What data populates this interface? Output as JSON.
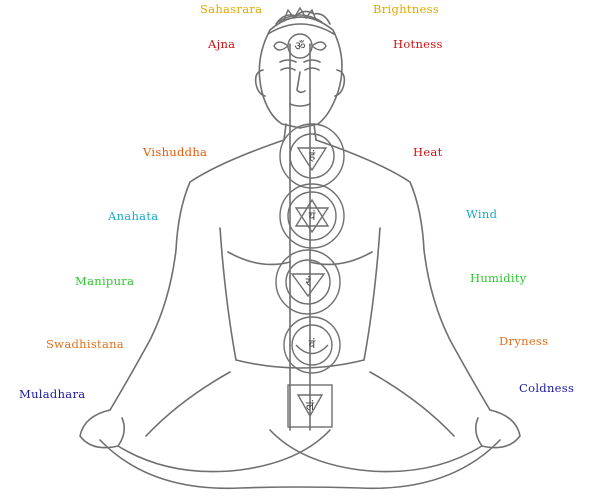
{
  "chakras": [
    {
      "name": "Sahasrara",
      "color": "#e0a800"
    },
    {
      "name": "Ajna",
      "color": "#cc1111"
    },
    {
      "name": "Vishuddha",
      "color": "#e8580a"
    },
    {
      "name": "Anahata",
      "color": "#19a9c4"
    },
    {
      "name": "Manipura",
      "color": "#2fc52f"
    },
    {
      "name": "Swadhistana",
      "color": "#e0701c"
    },
    {
      "name": "Muladhara",
      "color": "#1a1aa0"
    }
  ],
  "qualities": [
    {
      "name": "Brightness",
      "color": "#e0a800"
    },
    {
      "name": "Hotness",
      "color": "#cc1111"
    },
    {
      "name": "Heat",
      "color": "#cc1111"
    },
    {
      "name": "Wind",
      "color": "#19a9c4"
    },
    {
      "name": "Humidity",
      "color": "#2fc52f"
    },
    {
      "name": "Dryness",
      "color": "#e0701c"
    },
    {
      "name": "Coldness",
      "color": "#1a1aa0"
    }
  ],
  "line_color": "#6f6f6f",
  "glyphs": [
    "ॐ",
    "हं",
    "यं",
    "रं",
    "वं",
    "लं"
  ]
}
